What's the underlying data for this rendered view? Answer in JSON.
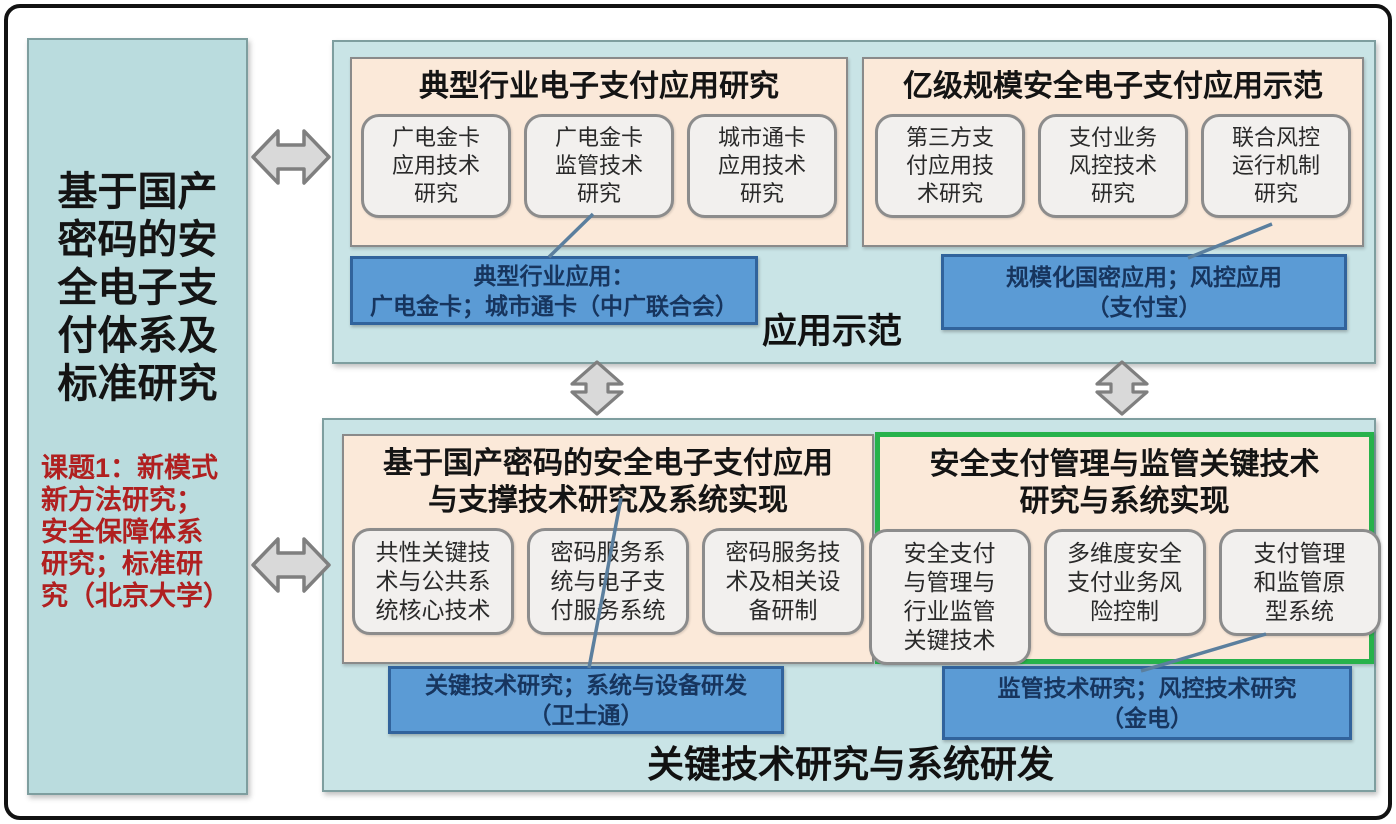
{
  "diagram": {
    "left_panel": {
      "title": "基于国产\n密码的安\n全电子支\n付体系及\n标准研究",
      "note": "课题1：新模式\n新方法研究；\n安全保障体系\n研究；标准研\n究（北京大学）"
    },
    "top_section": {
      "label": "应用示范",
      "groups": [
        {
          "title": "典型行业电子支付应用研究",
          "items": [
            "广电金卡\n应用技术\n研究",
            "广电金卡\n监管技术\n研究",
            "城市通卡\n应用技术\n研究"
          ],
          "callout": "典型行业应用：\n广电金卡；城市通卡（中广联合会）"
        },
        {
          "title": "亿级规模安全电子支付应用示范",
          "items": [
            "第三方支\n付应用技\n术研究",
            "支付业务\n风控技术\n研究",
            "联合风控\n运行机制\n研究"
          ],
          "callout": "规模化国密应用；风控应用\n（支付宝）"
        }
      ]
    },
    "bottom_section": {
      "label": "关键技术研究与系统研发",
      "groups": [
        {
          "title": "基于国产密码的安全电子支付应用\n与支撑技术研究及系统实现",
          "items": [
            "共性关键技\n术与公共系\n统核心技术",
            "密码服务系\n统与电子支\n付服务系统",
            "密码服务技\n术及相关设\n备研制"
          ],
          "callout": "关键技术研究；系统与设备研发\n（卫士通）"
        },
        {
          "title": "安全支付管理与监管关键技术\n研究与系统实现",
          "items": [
            "安全支付\n与管理与\n行业监管\n关键技术",
            "多维度安全\n支付业务风\n险控制",
            "支付管理\n和监管原\n型系统"
          ],
          "callout": "监管技术研究；风控技术研究\n（金电）"
        }
      ]
    },
    "colors": {
      "section_bg": "#c9e4e6",
      "left_panel_bg": "#badcde",
      "group_bg": "#fbe9d9",
      "card_bg": "#f2f0ee",
      "callout_bg": "#5b9bd5",
      "callout_text": "#17355e",
      "highlight_border": "#27b24b",
      "note_text": "#b02020",
      "arrow_fill": "#d9d9d9",
      "arrow_stroke": "#7f7f7f",
      "connector_line": "#5b7f9e"
    }
  }
}
